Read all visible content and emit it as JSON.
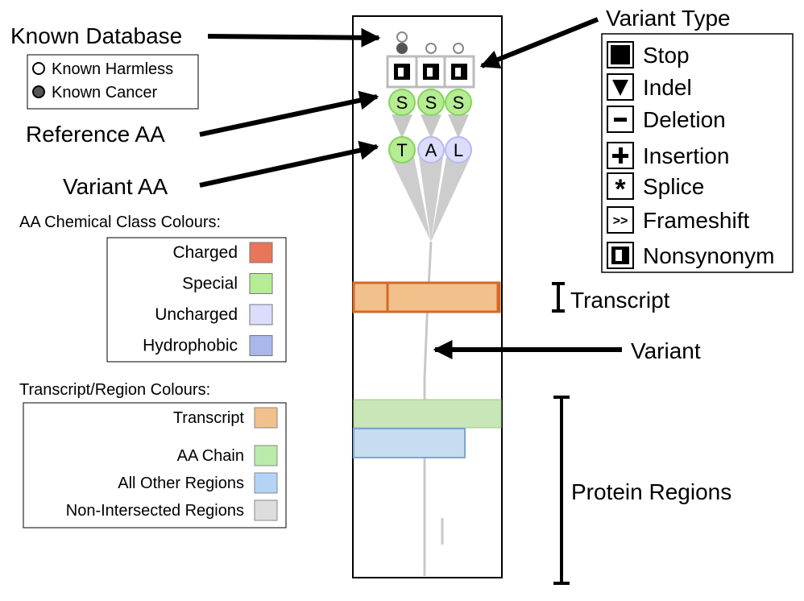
{
  "labels": {
    "known_database": "Known Database",
    "reference_aa": "Reference AA",
    "variant_aa": "Variant AA",
    "variant_type": "Variant Type",
    "transcript": "Transcript",
    "variant": "Variant",
    "protein_regions": "Protein Regions"
  },
  "known_legend": [
    {
      "label": "Known Harmless",
      "fill": "#ffffff"
    },
    {
      "label": "Known Cancer",
      "fill": "#555555"
    }
  ],
  "variant_types": [
    {
      "label": "Stop",
      "icon": "stop-icon"
    },
    {
      "label": "Indel",
      "icon": "indel-icon"
    },
    {
      "label": "Deletion",
      "icon": "deletion-icon"
    },
    {
      "label": "Insertion",
      "icon": "insertion-icon"
    },
    {
      "label": "Splice",
      "icon": "splice-icon"
    },
    {
      "label": "Frameshift",
      "icon": "frameshift-icon",
      "glyph": ">>"
    },
    {
      "label": "Nonsynonym",
      "icon": "nonsynonym-icon"
    }
  ],
  "aa_class_legend": {
    "title": "AA Chemical Class Colours:",
    "items": [
      {
        "label": "Charged",
        "color": "#e8765a"
      },
      {
        "label": "Special",
        "color": "#b5ec94"
      },
      {
        "label": "Uncharged",
        "color": "#dcdcfc"
      },
      {
        "label": "Hydrophobic",
        "color": "#a9b8e8"
      }
    ]
  },
  "region_legend": {
    "title": "Transcript/Region Colours:",
    "items": [
      {
        "label": "Transcript",
        "color": "#f2c08a"
      },
      {
        "label": "AA Chain",
        "color": "#b9ecaa"
      },
      {
        "label": "All Other Regions",
        "color": "#b3d4f7"
      },
      {
        "label": "Non-Intersected Regions",
        "color": "#dddddd"
      }
    ]
  },
  "reference_aas": [
    {
      "letter": "S",
      "color": "#b5ec94"
    },
    {
      "letter": "S",
      "color": "#b5ec94"
    },
    {
      "letter": "S",
      "color": "#b5ec94"
    }
  ],
  "variant_aas": [
    {
      "letter": "T",
      "color": "#b5ec94"
    },
    {
      "letter": "A",
      "color": "#dcdcfc"
    },
    {
      "letter": "L",
      "color": "#dcdcfc"
    }
  ],
  "colors": {
    "transcript_fill": "#f2c08a",
    "transcript_stroke": "#d4692a",
    "aa_chain_fill": "#c8e6b8",
    "other_region_fill": "#c6dcf0",
    "other_region_stroke": "#7fa6cc",
    "stem": "#c8c8c8"
  }
}
